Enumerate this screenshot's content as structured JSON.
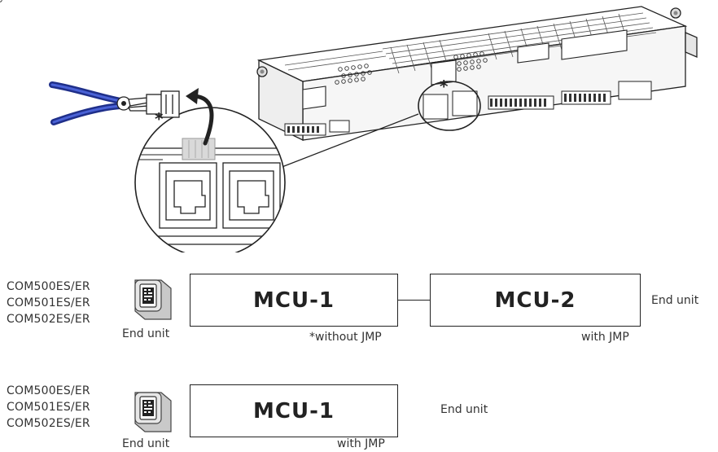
{
  "callout": {
    "asterisk": "*"
  },
  "config1": {
    "models": [
      "COM500ES/ER",
      "COM501ES/ER",
      "COM502ES/ER"
    ],
    "panel_label": "End unit",
    "mcu1": {
      "label": "MCU-1",
      "jumper_note": "*without JMP"
    },
    "mcu2": {
      "label": "MCU-2",
      "jumper_note": "with JMP"
    },
    "right_label": "End unit"
  },
  "config2": {
    "models": [
      "COM500ES/ER",
      "COM501ES/ER",
      "COM502ES/ER"
    ],
    "panel_label": "End unit",
    "mcu1": {
      "label": "MCU-1",
      "jumper_note": "with JMP"
    },
    "right_label": "End unit"
  },
  "icons": [
    "pliers-icon",
    "jumper-icon",
    "control-panel-icon",
    "circuit-board-icon"
  ]
}
